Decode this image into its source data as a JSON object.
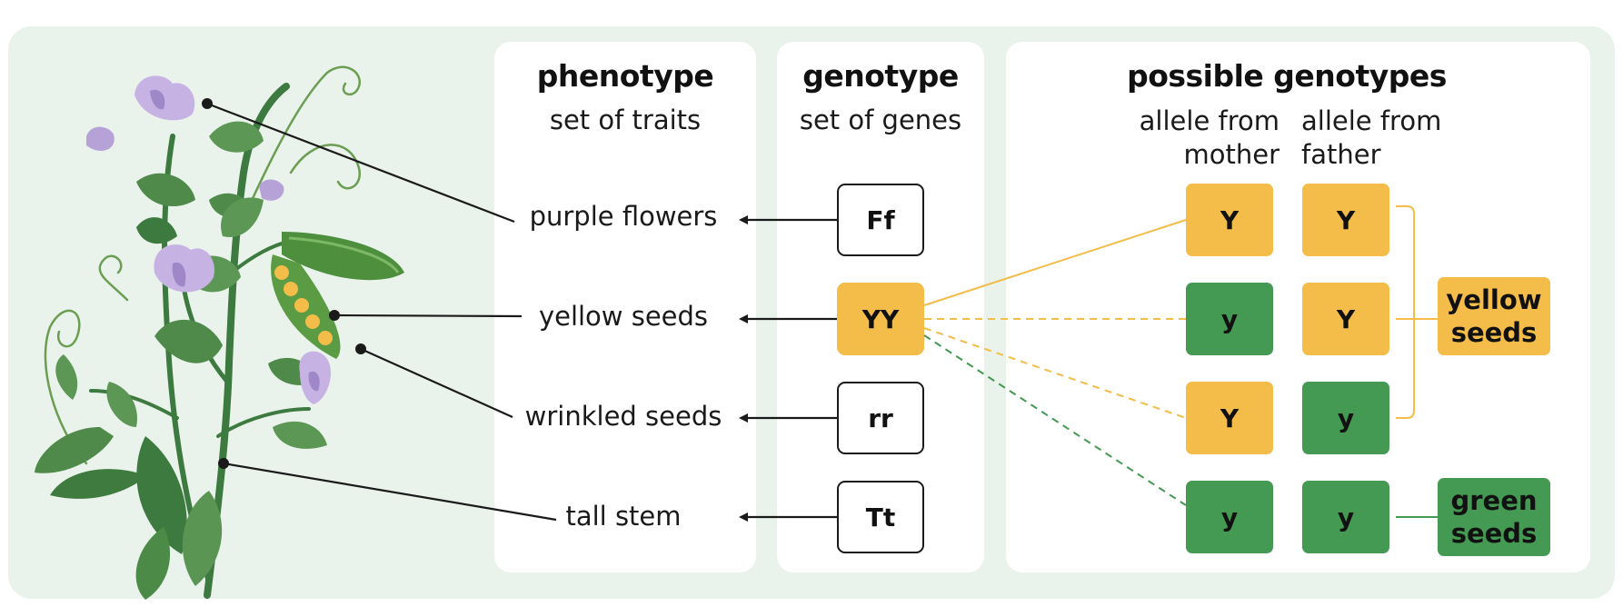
{
  "phenotype": {
    "title": "phenotype",
    "subtitle": "set of traits"
  },
  "genotype": {
    "title": "genotype",
    "subtitle": "set of genes"
  },
  "possible": {
    "title": "possible genotypes",
    "mother_header": "allele from mother",
    "father_header": "allele from father"
  },
  "traits": [
    "purple flowers",
    "yellow seeds",
    "wrinkled seeds",
    "tall stem"
  ],
  "genotypes": [
    "Ff",
    "YY",
    "rr",
    "Tt"
  ],
  "allele_rows": [
    {
      "mother": "Y",
      "father": "Y"
    },
    {
      "mother": "y",
      "father": "Y"
    },
    {
      "mother": "Y",
      "father": "y"
    },
    {
      "mother": "y",
      "father": "y"
    }
  ],
  "results": {
    "yellow": "yellow seeds",
    "green": "green seeds"
  },
  "colors": {
    "yellow": "#f4bc48",
    "green": "#449a52",
    "background": "#e9f3ec",
    "flower": "#c7b3e3",
    "leaf": "#4f8a4a"
  },
  "illustration": {
    "subject": "pea-plant",
    "parts": [
      "flower",
      "pea-pod",
      "seeds",
      "stem",
      "leaves",
      "tendrils"
    ]
  }
}
